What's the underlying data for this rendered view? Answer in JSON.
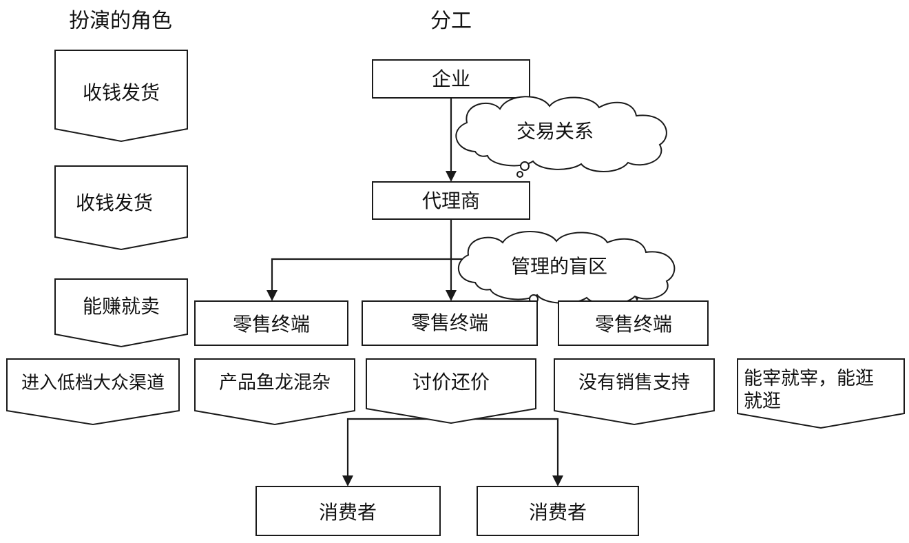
{
  "headers": {
    "role": "扮演的角色",
    "division": "分工"
  },
  "left_roles": [
    "收钱发货",
    "收钱发货",
    "能赚就卖"
  ],
  "chain": {
    "enterprise": "企业",
    "agent": "代理商",
    "retail": [
      "零售终端",
      "零售终端",
      "零售终端"
    ],
    "consumers": [
      "消费者",
      "消费者"
    ]
  },
  "clouds": {
    "trade": "交易关系",
    "blind": "管理的盲区"
  },
  "bottom_roles": [
    "进入低档大众渠道",
    "产品鱼龙混杂",
    "讨价还价",
    "没有销售支持",
    "能宰就宰，能逛就逛"
  ],
  "last_role_lines": [
    "能宰就宰，能逛",
    "就逛"
  ]
}
